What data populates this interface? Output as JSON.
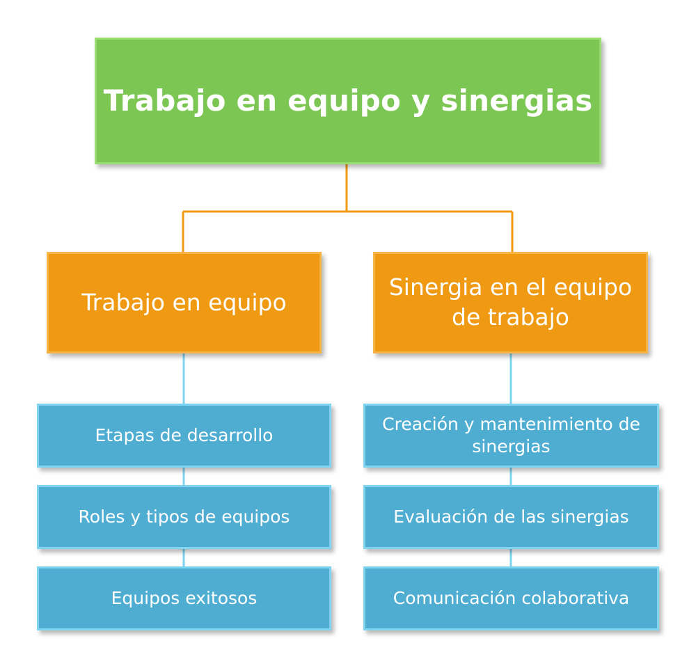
{
  "root": {
    "label": "Trabajo en equipo y sinergias"
  },
  "branches": [
    {
      "label": "Trabajo en equipo",
      "children": [
        "Etapas de desarrollo",
        "Roles y tipos de equipos",
        "Equipos exitosos"
      ]
    },
    {
      "label": "Sinergia en el equipo de trabajo",
      "children": [
        "Creación y mantenimiento de sinergias",
        "Evaluación de las sinergias",
        "Comunicación colaborativa"
      ]
    }
  ],
  "colors": {
    "root": "#7cc653",
    "branch": "#ef9a12",
    "leaf": "#4fadd1",
    "branch_connector": "#ef9a12",
    "leaf_connector": "#7fd4f0"
  }
}
